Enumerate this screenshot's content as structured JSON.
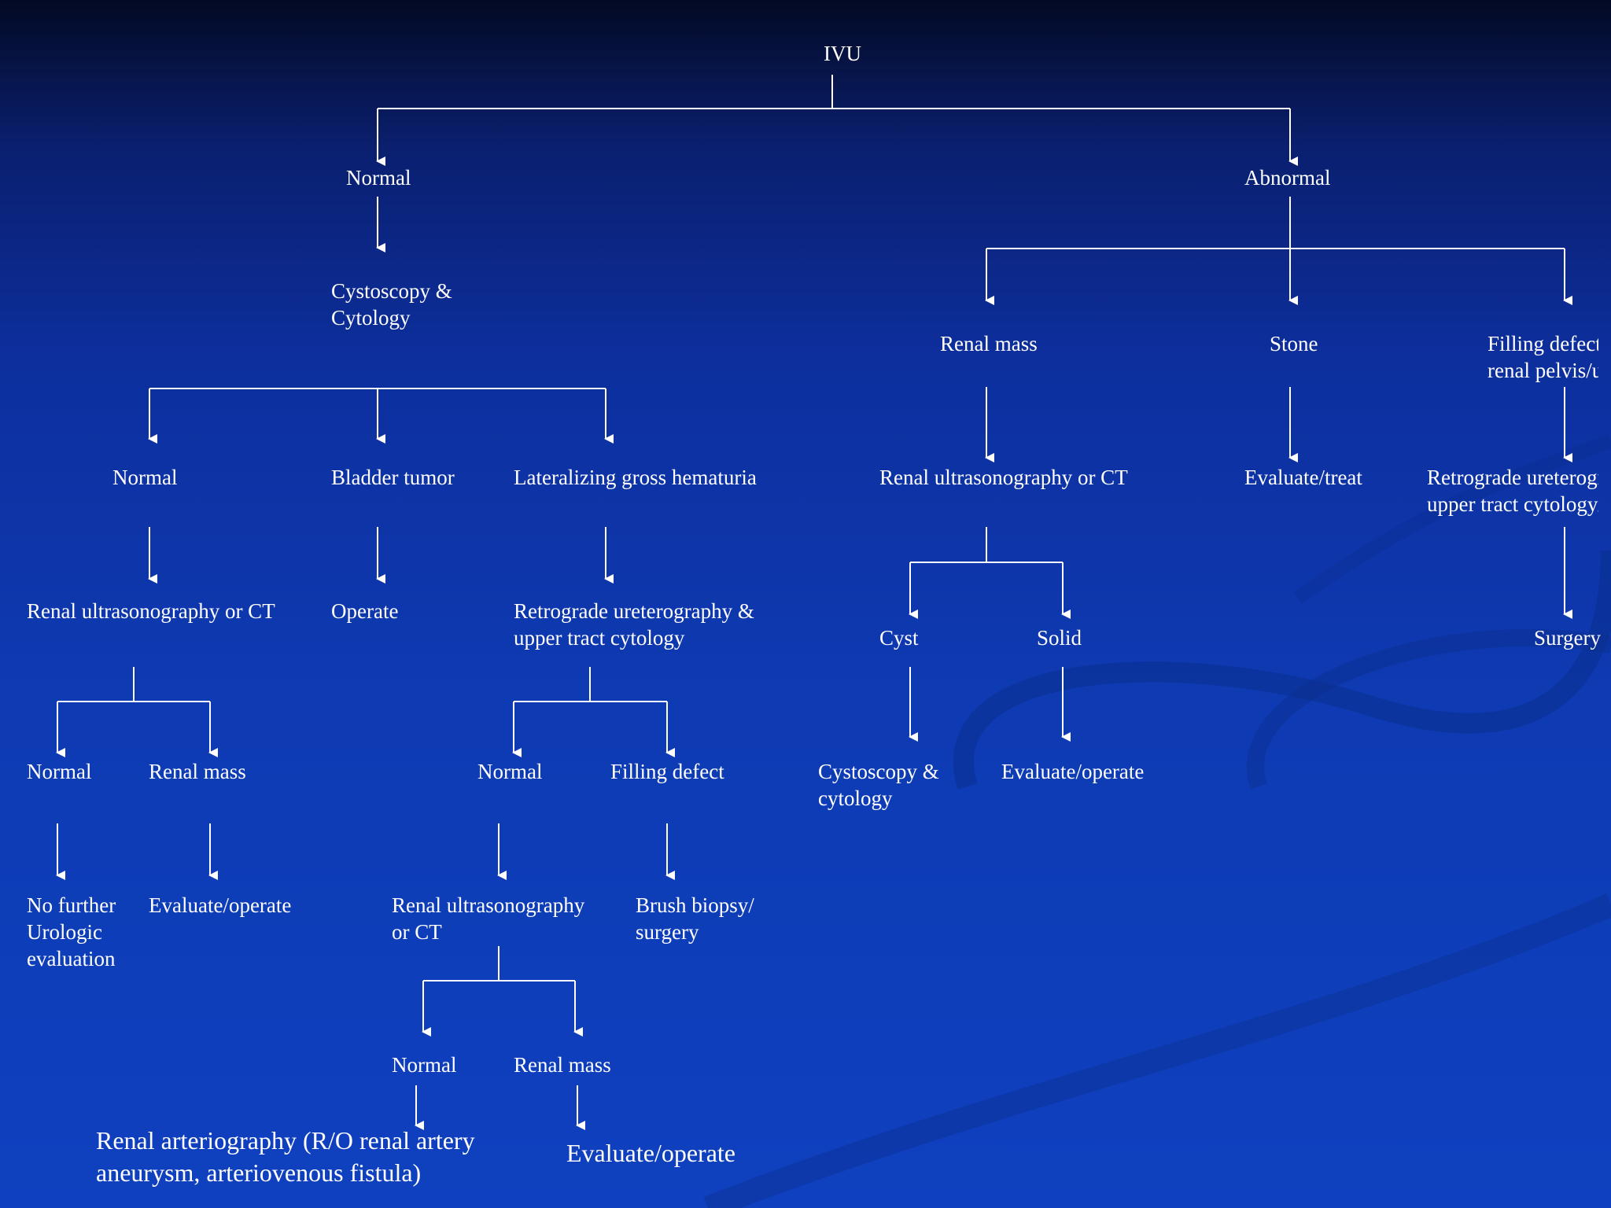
{
  "nodes": {
    "ivu": "IVU",
    "normal_top": "Normal",
    "abnormal": "Abnormal",
    "cystoscopy_cytology": [
      "Cystoscopy &",
      "Cytology"
    ],
    "normal_2": "Normal",
    "bladder_tumor": "Bladder tumor",
    "lat_hematuria": "Lateralizing gross hematuria",
    "renal_us_ct_left": "Renal ultrasonography or CT",
    "operate": "Operate",
    "retrograde_left": [
      "Retrograde ureterography &",
      "upper tract cytology"
    ],
    "normal_3": "Normal",
    "renal_mass_left": "Renal mass",
    "normal_4": "Normal",
    "filling_defect_mid": "Filling defect",
    "no_further": [
      "No further",
      "Urologic",
      "evaluation"
    ],
    "evaluate_operate_left": "Evaluate/operate",
    "renal_us_ct_mid": [
      "Renal ultrasonography",
      "or CT"
    ],
    "brush_biopsy": [
      "Brush biopsy/",
      "surgery"
    ],
    "normal_5": "Normal",
    "renal_mass_bottom": "Renal mass",
    "renal_arteriography": [
      "Renal arteriography (R/O renal artery",
      "aneurysm, arteriovenous fistula)"
    ],
    "evaluate_operate_bottom": "Evaluate/operate",
    "renal_mass_right": "Renal mass",
    "stone": "Stone",
    "filling_defect_right": [
      "Filling defect",
      "renal pelvis/u"
    ],
    "renal_us_ct_right": "Renal ultrasonography or CT",
    "evaluate_treat": "Evaluate/treat",
    "retrograde_right": [
      "Retrograde ureterogra",
      "upper tract cytology/"
    ],
    "cyst": "Cyst",
    "solid": "Solid",
    "surgery": "Surgery",
    "cystoscopy_cytology_right": [
      "Cystoscopy &",
      "cytology"
    ],
    "evaluate_operate_right": "Evaluate/operate"
  },
  "colors": {
    "background_top": "#030a24",
    "background_bottom": "#0f40bf",
    "text": "#ffffff",
    "connector": "#ffffff"
  }
}
